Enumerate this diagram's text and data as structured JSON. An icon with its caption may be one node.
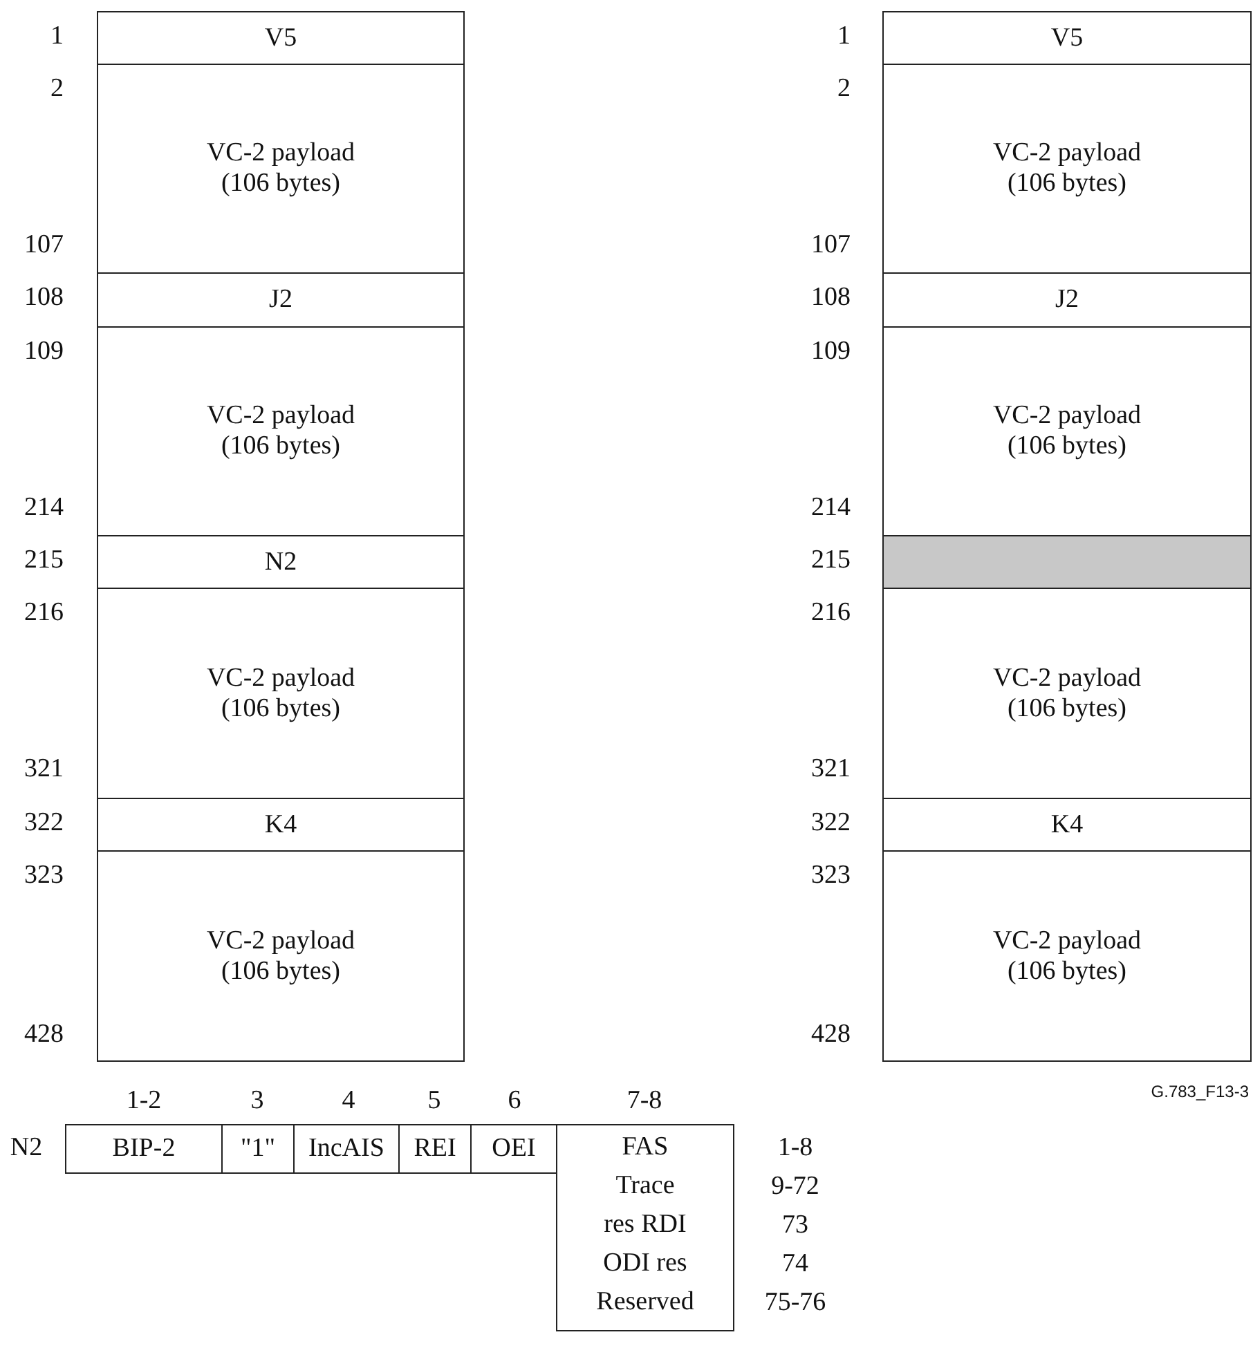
{
  "diagram": {
    "nodes": [
      {
        "text": [
          "V5"
        ]
      },
      {
        "text": [
          "VC-2 payload (106 bytes)"
        ]
      },
      {
        "text": [
          "J2"
        ]
      },
      {
        "text": [
          "VC-2 payload (106 bytes)"
        ]
      },
      {
        "text": [
          "N2"
        ]
      },
      {
        "text": [
          "VC-2 payload (106 bytes)"
        ]
      },
      {
        "text": [
          "K4"
        ]
      },
      {
        "text": [
          "VC-2 payload (106 bytes)"
        ]
      },
      {
        "text": [
          "V5"
        ]
      },
      {
        "text": [
          "VC-2 payload (106 bytes)"
        ]
      },
      {
        "text": [
          "J2"
        ]
      },
      {
        "text": [
          "VC-2 payload (106 bytes)"
        ]
      },
      {
        "text": [],
        "shape": "box"
      },
      {
        "text": [
          "VC-2 payload (106 bytes)"
        ]
      },
      {
        "text": [
          "K4"
        ]
      },
      {
        "text": [
          "VC-2 payload (106 bytes)"
        ]
      },
      {
        "text": [
          "BIP-2"
        ]
      },
      {
        "text": [
          "\"1\""
        ]
      },
      {
        "text": [
          "IncAIS"
        ]
      },
      {
        "text": [
          "REI"
        ]
      },
      {
        "text": [
          "OEI"
        ]
      },
      {
        "text": [
          "FAS",
          "Trace",
          "res RDI",
          "ODI res",
          "Reserved"
        ]
      }
    ],
    "labels": [
      "1",
      "2",
      "107",
      "108",
      "109",
      "214",
      "215",
      "216",
      "321",
      "322",
      "323",
      "428",
      "1",
      "2",
      "107",
      "108",
      "109",
      "214",
      "215",
      "216",
      "321",
      "322",
      "323",
      "428",
      "1-2",
      "3",
      "4",
      "5",
      "6",
      "7-8",
      "G.783_F13-3",
      "N2",
      "1-8",
      "9-72",
      "73",
      "74",
      "75-76"
    ]
  }
}
